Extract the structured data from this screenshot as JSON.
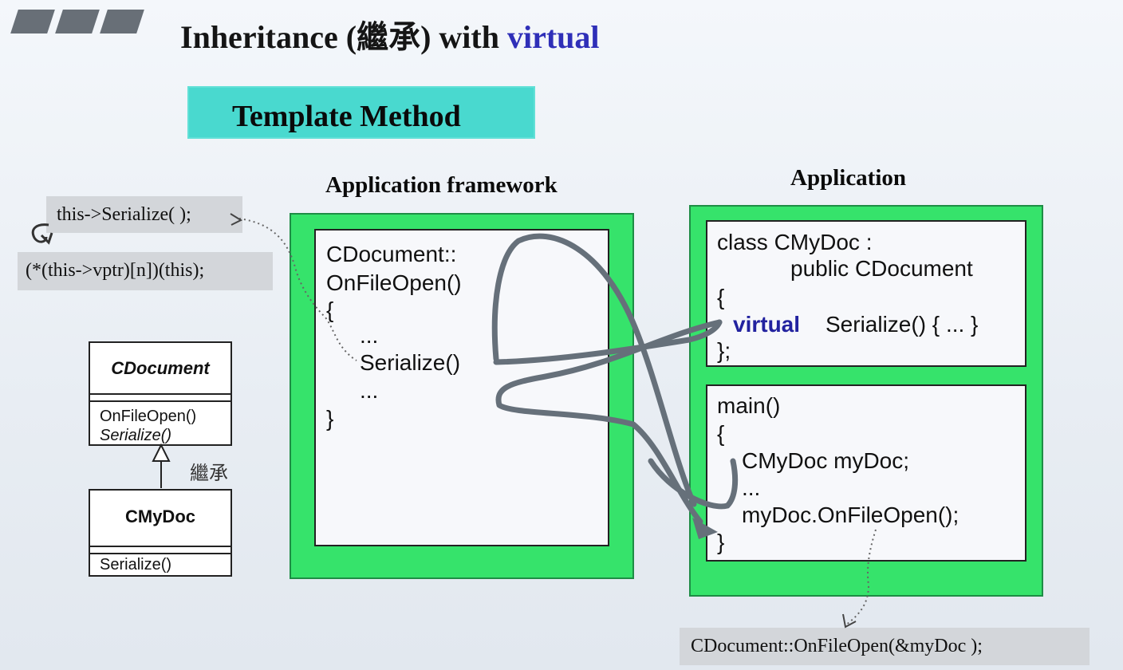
{
  "title": {
    "prefix": "Inheritance (繼承) with ",
    "keyword": "virtual"
  },
  "template_label": "Template Method",
  "sections": {
    "framework": "Application framework",
    "application": "Application"
  },
  "left_notes": {
    "serialize_call": "this->Serialize( );",
    "vptr_call": "(*(this->vptr)[n])(this);"
  },
  "uml": {
    "base_class": "CDocument",
    "base_methods": [
      "OnFileOpen()",
      "Serialize()"
    ],
    "inherit_label": "繼承",
    "derived_class": "CMyDoc",
    "derived_methods": [
      "Serialize()"
    ]
  },
  "framework_code": {
    "line1": "CDocument::",
    "line2": "OnFileOpen()",
    "line3": "{",
    "line4": "...",
    "line5": "Serialize()",
    "line6": "...",
    "line7": "}"
  },
  "class_code": {
    "line1": "class CMyDoc :",
    "line2": "public CDocument",
    "line3": "{",
    "virtual": "virtual",
    "line4_rest": "Serialize() { ... }",
    "line5": "};"
  },
  "main_code": {
    "line1": "main()",
    "line2": "{",
    "line3": "CMyDoc myDoc;",
    "line4": "...",
    "line5": "myDoc.OnFileOpen();",
    "line6": "}"
  },
  "bottom_note": "CDocument::OnFileOpen(&myDoc );"
}
